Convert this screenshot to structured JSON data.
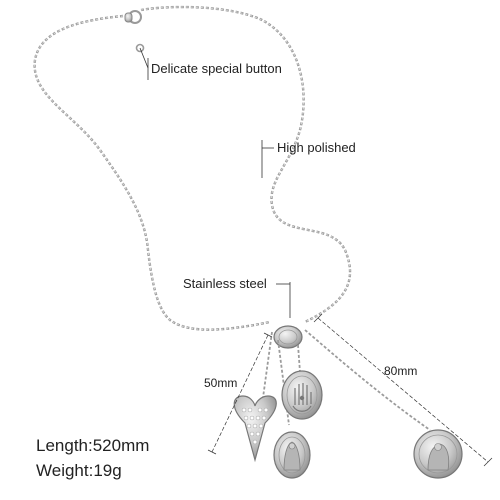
{
  "product": {
    "annotations": {
      "button": "Delicate special button",
      "finish": "High polished",
      "material": "Stainless steel"
    },
    "dimensions": {
      "short_drop": "50mm",
      "long_drop": "80mm"
    },
    "specs": {
      "length": "Length:520mm",
      "weight": "Weight:19g"
    },
    "pendants": [
      "oval-tag",
      "heart-crystal",
      "hamsa-medal",
      "virgin-mary-medal",
      "saint-medal"
    ]
  }
}
